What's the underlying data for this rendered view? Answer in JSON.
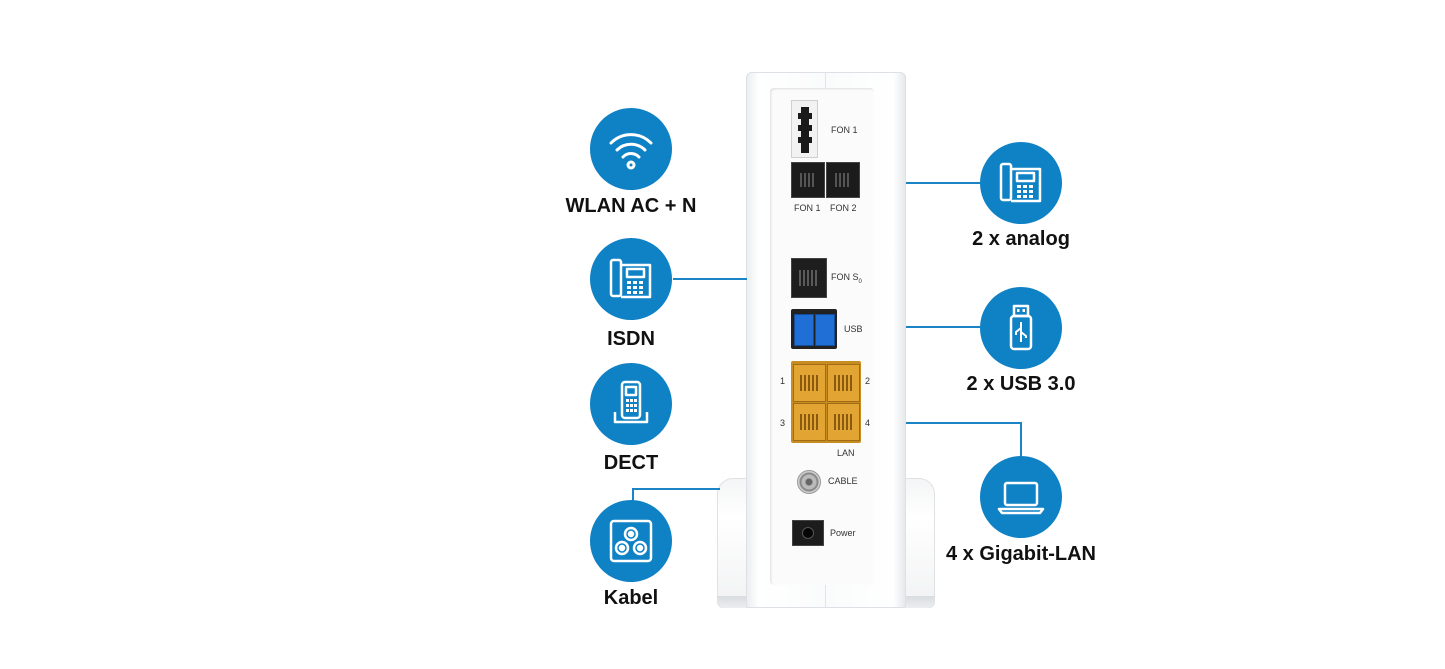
{
  "colors": {
    "icon_blue": "#0f81c5",
    "line_blue": "#1b84c6",
    "label_text": "#111111"
  },
  "features_left": [
    {
      "label": "WLAN AC + N",
      "icon": "wifi-icon"
    },
    {
      "label": "ISDN",
      "icon": "desk-phone-icon"
    },
    {
      "label": "DECT",
      "icon": "cordless-phone-icon"
    },
    {
      "label": "Kabel",
      "icon": "coax-socket-icon"
    }
  ],
  "features_right": [
    {
      "label": "2 x analog",
      "icon": "desk-phone-icon"
    },
    {
      "label": "2 x USB 3.0",
      "icon": "usb-stick-icon"
    },
    {
      "label": "4 x Gigabit-LAN",
      "icon": "laptop-icon"
    }
  ],
  "router": {
    "ports": {
      "fon1_tae": "FON 1",
      "fon1_rj": "FON 1",
      "fon2_rj": "FON 2",
      "fon_s0": "FON S",
      "fon_s0_sub": "0",
      "usb": "USB",
      "lan_1": "1",
      "lan_2": "2",
      "lan_3": "3",
      "lan_4": "4",
      "lan": "LAN",
      "cable": "CABLE",
      "power": "Power"
    }
  }
}
